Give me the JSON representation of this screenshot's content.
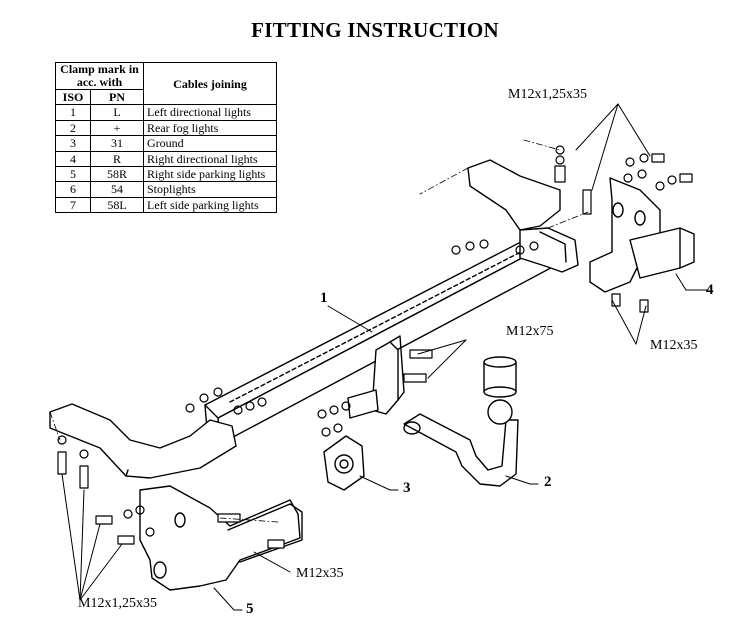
{
  "title": "FITTING INSTRUCTION",
  "table": {
    "header_clamp": "Clamp mark in acc. with",
    "header_cables": "Cables joining",
    "header_iso": "ISO",
    "header_pn": "PN",
    "rows": [
      {
        "iso": "1",
        "pn": "L",
        "desc": "Left directional lights"
      },
      {
        "iso": "2",
        "pn": "+",
        "desc": "Rear fog lights"
      },
      {
        "iso": "3",
        "pn": "31",
        "desc": "Ground"
      },
      {
        "iso": "4",
        "pn": "R",
        "desc": "Right directional lights"
      },
      {
        "iso": "5",
        "pn": "58R",
        "desc": "Right side parking lights"
      },
      {
        "iso": "6",
        "pn": "54",
        "desc": "Stoplights"
      },
      {
        "iso": "7",
        "pn": "58L",
        "desc": "Left side parking lights"
      }
    ]
  },
  "labels": {
    "bolt_top_right": "M12x1,25x35",
    "bolt_middle": "M12x75",
    "bolt_right": "M12x35",
    "bolt_bottom_middle": "M12x35",
    "bolt_bottom_left": "M12x1,25x35"
  },
  "parts": {
    "p1": "1",
    "p2": "2",
    "p3": "3",
    "p4": "4",
    "p5": "5"
  }
}
